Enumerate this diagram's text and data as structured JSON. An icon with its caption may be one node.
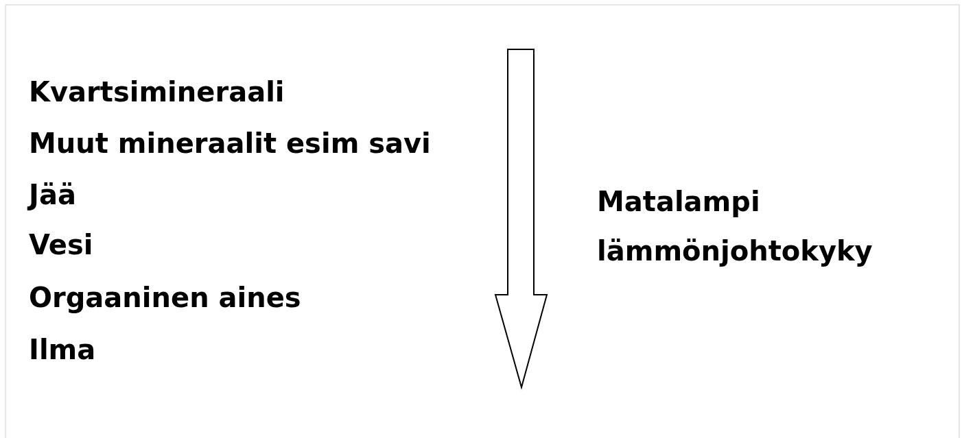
{
  "diagram": {
    "labels": [
      "Kvartsimineraali",
      "Muut mineraalit esim savi",
      "Jää",
      "Vesi",
      "Orgaaninen aines",
      "Ilma",
      "Matalampi lämmönjohtokyky"
    ]
  }
}
